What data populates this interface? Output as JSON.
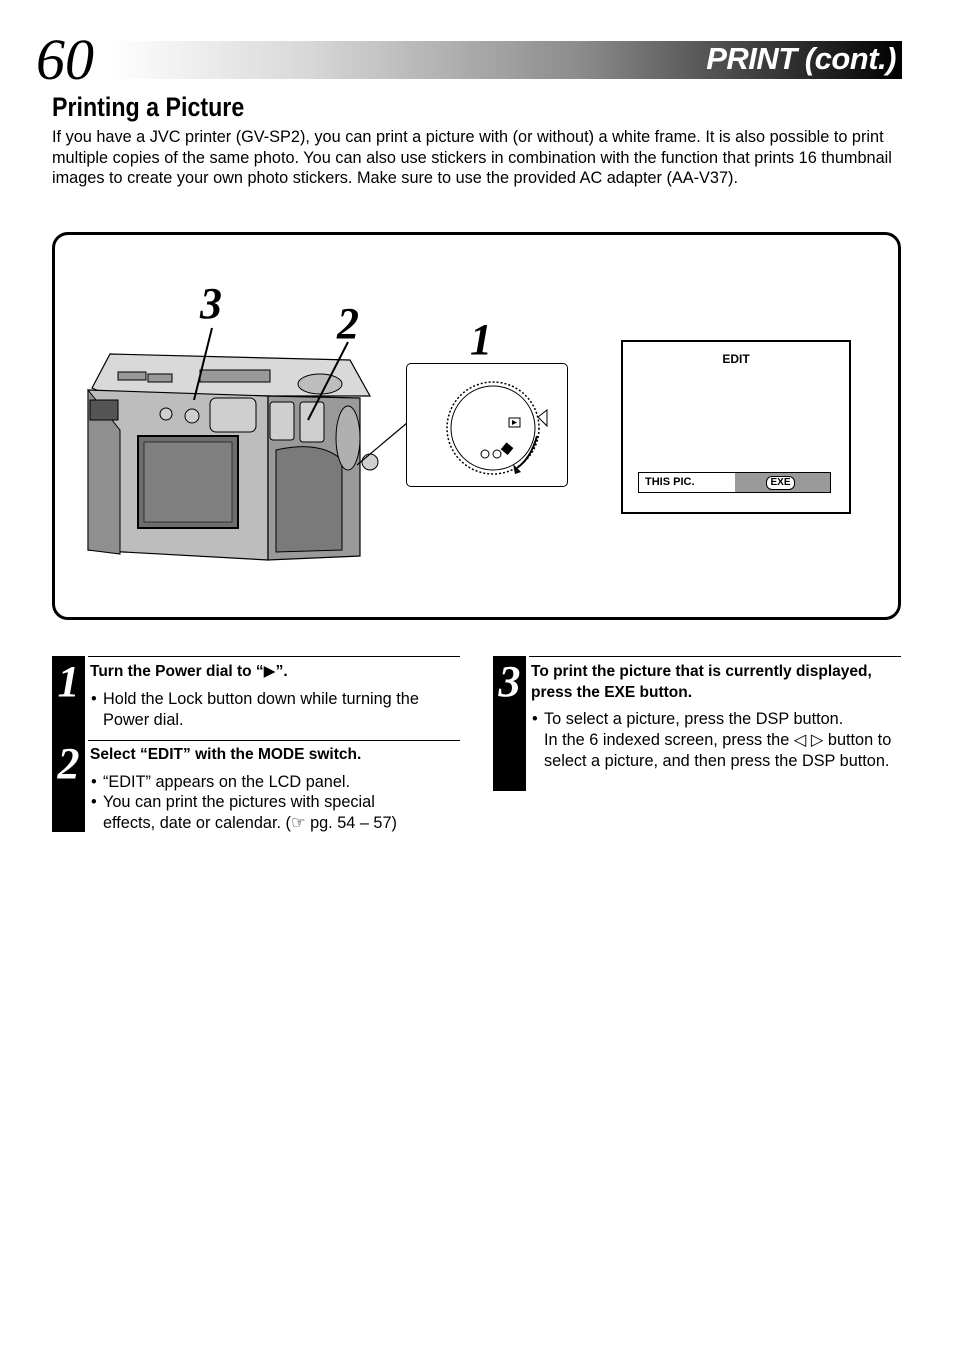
{
  "header": {
    "page_number": "60",
    "title": "PRINT (cont.)"
  },
  "section": {
    "title": "Printing a Picture",
    "intro": "If you have a JVC printer (GV-SP2), you can print a picture with (or without) a white frame. It is also possible to print multiple copies of the same photo. You can also use stickers in combination with the function that prints 16 thumbnail images to create your own photo stickers. Make sure to use the provided AC adapter (AA-V37)."
  },
  "figure": {
    "callouts": [
      "3",
      "2",
      "1"
    ],
    "lcd": {
      "title": "EDIT",
      "left_cell": "THIS PIC.",
      "button": "EXE"
    }
  },
  "steps": [
    {
      "number": "1",
      "title": "Turn the Power dial to “▶”.",
      "bullets": [
        "Hold the Lock button down while turning the Power dial."
      ]
    },
    {
      "number": "2",
      "title": "Select “EDIT” with the MODE switch.",
      "bullets": [
        "“EDIT” appears on the LCD panel.",
        "You can print the pictures with special effects, date or calendar. (☞ pg. 54 – 57)"
      ]
    },
    {
      "number": "3",
      "title": "To print the picture that is currently displayed, press the EXE button.",
      "bullets": [
        "To select a picture, press the DSP button."
      ],
      "continuation": "In the 6 indexed screen, press the ◁ ▷ button to select a picture, and then press the DSP button."
    }
  ]
}
